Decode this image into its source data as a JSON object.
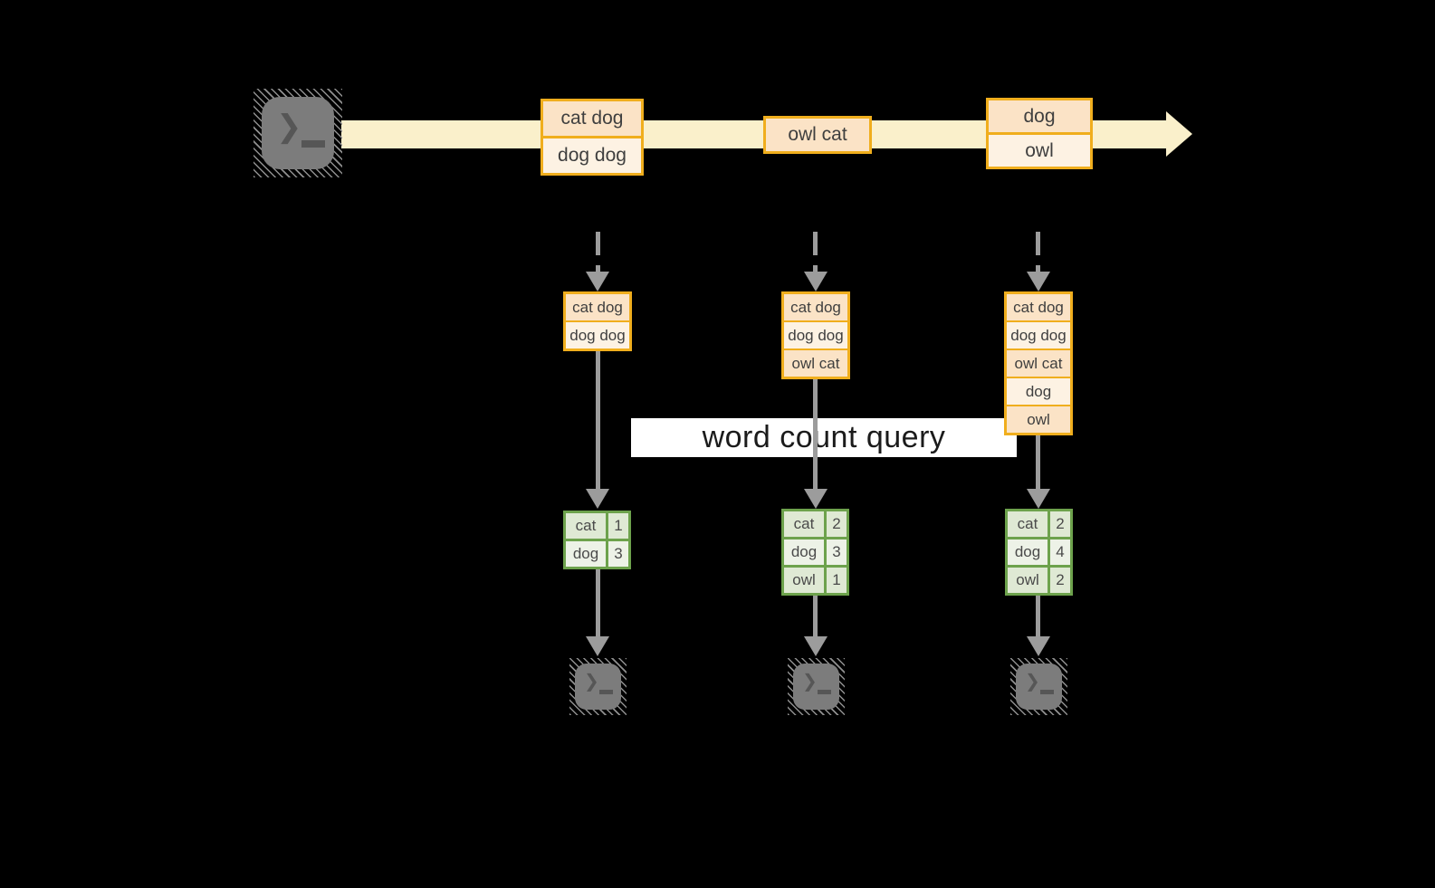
{
  "title": "streaming word count query diagram",
  "query_label": "word count query",
  "icons": {
    "terminal_chevron": "❯",
    "source_icon": "terminal-icon",
    "sink_icon": "terminal-icon"
  },
  "stream": {
    "batches": [
      {
        "lines": [
          "cat dog",
          "dog dog"
        ]
      },
      {
        "lines": [
          "owl cat"
        ]
      },
      {
        "lines": [
          "dog",
          "owl"
        ]
      }
    ]
  },
  "columns": [
    {
      "input_lines": [
        "cat dog",
        "dog dog"
      ],
      "counts": [
        {
          "word": "cat",
          "count": "1"
        },
        {
          "word": "dog",
          "count": "3"
        }
      ]
    },
    {
      "input_lines": [
        "cat dog",
        "dog dog",
        "owl cat"
      ],
      "counts": [
        {
          "word": "cat",
          "count": "2"
        },
        {
          "word": "dog",
          "count": "3"
        },
        {
          "word": "owl",
          "count": "1"
        }
      ]
    },
    {
      "input_lines": [
        "cat dog",
        "dog dog",
        "owl cat",
        "dog",
        "owl"
      ],
      "counts": [
        {
          "word": "cat",
          "count": "2"
        },
        {
          "word": "dog",
          "count": "4"
        },
        {
          "word": "owl",
          "count": "2"
        }
      ]
    }
  ],
  "colors": {
    "background": "#000000",
    "stream_fill": "#faf0cb",
    "orange_border": "#f0ae1d",
    "peach_fill": "#fbe3c6",
    "cream_fill": "#fdf2e3",
    "green_border": "#6da24c",
    "green_cell_dark": "#dfe9d4",
    "green_cell_light": "#edf2e7",
    "arrow_gray": "#9c9c9c",
    "terminal_gray": "#7c7c7c",
    "band_background": "#ffffff"
  }
}
